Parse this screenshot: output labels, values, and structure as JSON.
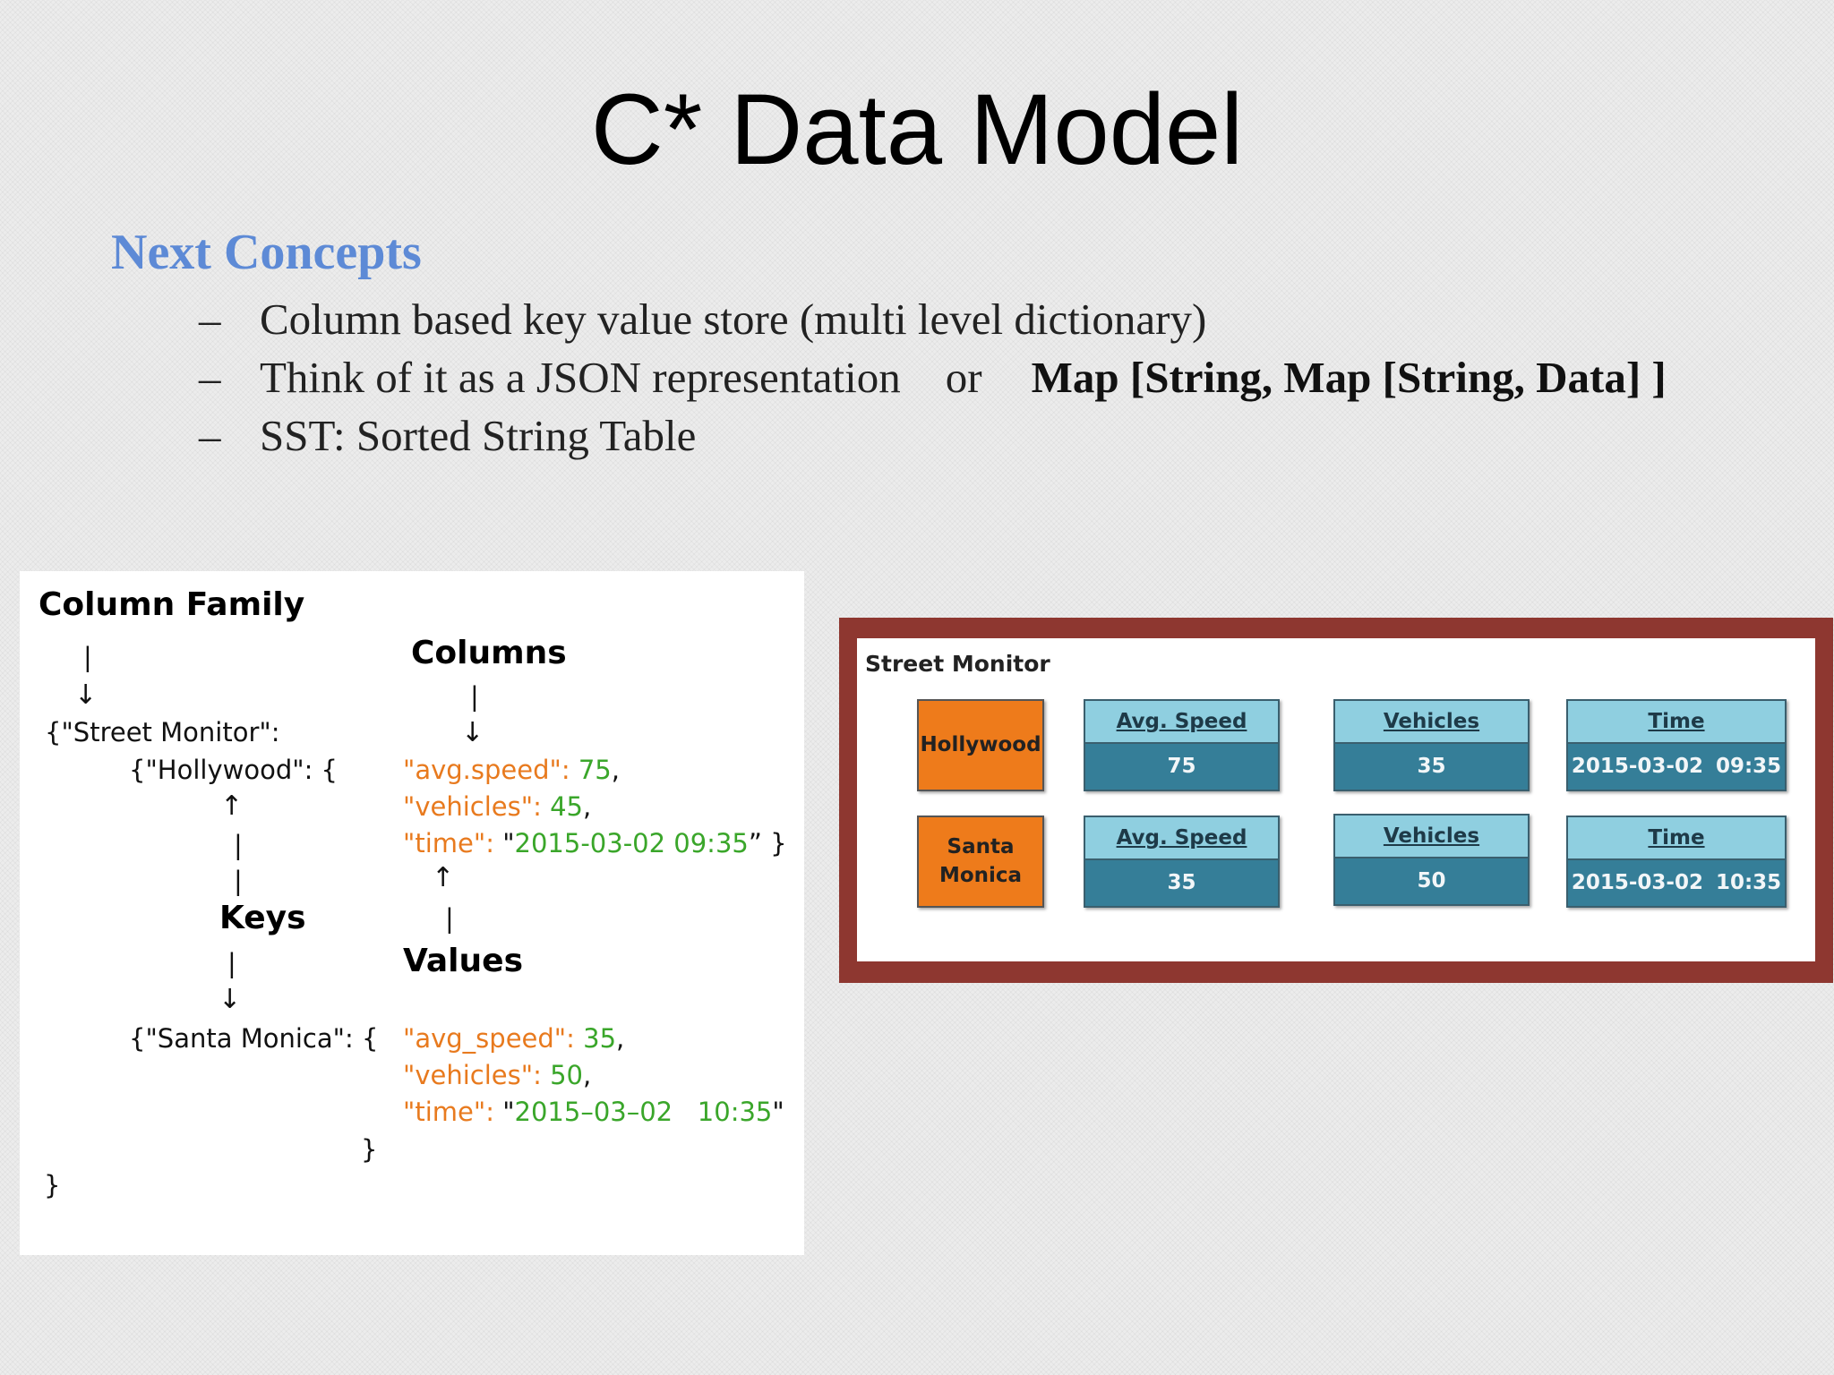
{
  "slide": {
    "title": "C* Data Model",
    "concepts_heading": "Next Concepts",
    "bullets": {
      "dash": "–",
      "b1": "Column based key value store (multi level dictionary)",
      "b2_text": "Think of it as a JSON representation",
      "b2_or": "or",
      "b2_map": "Map [String, Map [String, Data] ]",
      "b3": "SST: Sorted String Table"
    }
  },
  "json_panel": {
    "column_family_label": "Column Family",
    "columns_label": "Columns",
    "keys_label": "Keys",
    "values_label": "Values",
    "pipe": "|",
    "arrow_down": "↓",
    "arrow_up": "↑",
    "street_monitor_open": "{\"Street Monitor\":",
    "hollywood_open": "{\"Hollywood\": {",
    "santa_monica_open": "{\"Santa Monica\": {",
    "row1": {
      "avg_key": "\"avg.speed\":",
      "avg_val": "75",
      "veh_key": "\"vehicles\":",
      "veh_val": "45",
      "time_key": "\"time\":",
      "time_open_quote": "\"",
      "time_val": "2015-03-02 09:35",
      "time_close": "” }"
    },
    "row2": {
      "avg_key": "\"avg_speed\":",
      "avg_val": "35",
      "veh_key": "\"vehicles\":",
      "veh_val": "50",
      "time_key": "\"time\":",
      "time_open_quote": "\"",
      "time_val": "2015–03–02   10:35",
      "time_close": "\""
    },
    "comma": ",",
    "inner_close": "}",
    "outer_close": "}"
  },
  "street_monitor": {
    "title": "Street Monitor",
    "headers": {
      "avg_speed": "Avg. Speed",
      "vehicles": "Vehicles",
      "time": "Time"
    },
    "rows": [
      {
        "location": "Hollywood",
        "avg_speed": "75",
        "vehicles": "35",
        "time": "2015-03-02 09:35"
      },
      {
        "location": "Santa Monica",
        "avg_speed": "35",
        "vehicles": "50",
        "time": "2015-03-02 10:35"
      }
    ],
    "colors": {
      "frame": "#8e3730",
      "location": "#ee7b1b",
      "header": "#8fcfe0",
      "value": "#357e98"
    }
  }
}
